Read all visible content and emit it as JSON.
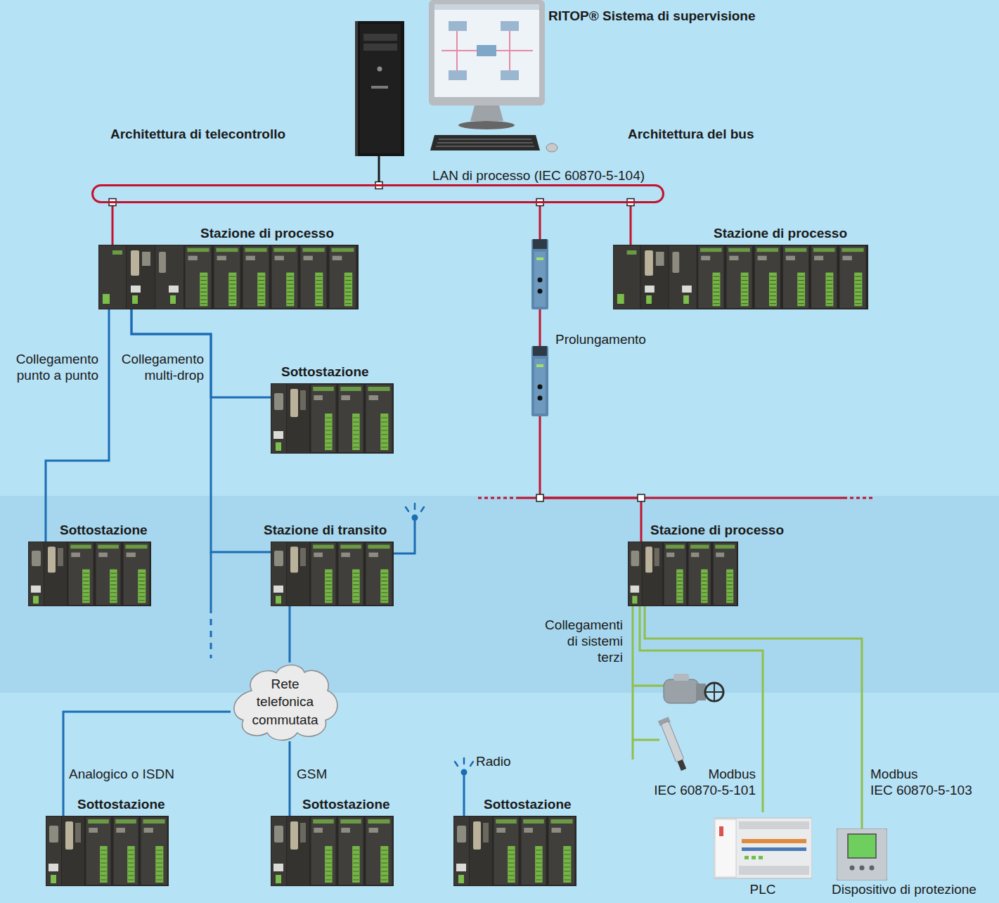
{
  "diagram": {
    "nodes": [
      {
        "text": [
          "RITOP® Sistema di supervisione"
        ]
      },
      {
        "text": [
          "LAN di processo (IEC 60870-5-104)"
        ]
      },
      {
        "text": [
          "Stazione di processo"
        ]
      },
      {
        "text": [
          "Stazione di processo"
        ]
      },
      {
        "text": [
          "Sottostazione"
        ]
      },
      {
        "text": [
          "Sottostazione"
        ]
      },
      {
        "text": [
          "Stazione di transito"
        ]
      },
      {
        "text": [
          "Stazione di processo"
        ]
      },
      {
        "text": [
          "Rete telefonica commutata"
        ]
      },
      {
        "text": [
          "Sottostazione"
        ]
      },
      {
        "text": [
          "Sottostazione"
        ]
      },
      {
        "text": [
          "Sottostazione"
        ]
      },
      {
        "text": [
          "PLC"
        ]
      },
      {
        "text": [
          "Dispositivo di protezione"
        ]
      }
    ],
    "edges": [
      {
        "from": 0,
        "to": 1,
        "arrow": "none"
      },
      {
        "from": 1,
        "to": 2,
        "arrow": "none"
      },
      {
        "from": 1,
        "to": 3,
        "arrow": "none"
      },
      {
        "from": 1,
        "to": 7,
        "label": "Prolungamento",
        "arrow": "none"
      },
      {
        "from": 2,
        "to": 5,
        "label": "Collegamento punto a punto",
        "arrow": "none"
      },
      {
        "from": 2,
        "to": 4,
        "label": "Collegamento multi-drop",
        "arrow": "none"
      },
      {
        "from": 2,
        "to": 6,
        "arrow": "none"
      },
      {
        "from": 6,
        "to": 8,
        "arrow": "none"
      },
      {
        "from": 8,
        "to": 9,
        "label": "Analogico o ISDN",
        "arrow": "none"
      },
      {
        "from": 8,
        "to": 10,
        "label": "GSM",
        "arrow": "none"
      },
      {
        "from": 7,
        "to": 12,
        "label": "Modbus IEC 60870-5-101",
        "arrow": "none"
      },
      {
        "from": 7,
        "to": 13,
        "label": "Modbus IEC 60870-5-103",
        "arrow": "none"
      }
    ],
    "labels": [
      "Architettura di telecontrollo",
      "Architettura del bus",
      "Collegamenti di sistemi terzi",
      "Radio"
    ]
  }
}
